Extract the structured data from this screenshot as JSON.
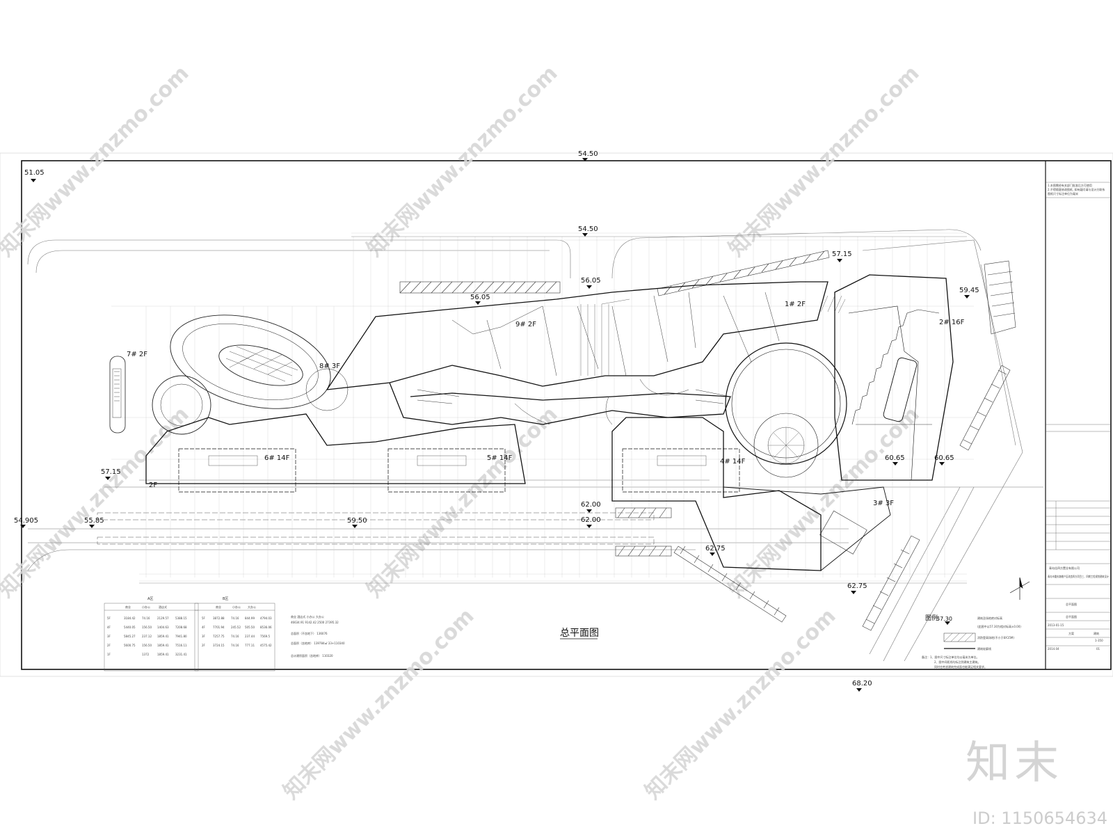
{
  "drawing": {
    "title": "总平面图",
    "elevations": [
      "54.50",
      "51.05",
      "54.50",
      "56.05",
      "56.05",
      "57.15",
      "59.45",
      "57.15",
      "60.65",
      "60.65",
      "54.905",
      "55.85",
      "59.50",
      "62.00",
      "62.00",
      "62.75",
      "62.75",
      "68.20"
    ],
    "buildings": [
      "7# 2F",
      "8# 3F",
      "9# 2F",
      "1# 2F",
      "2# 16F",
      "6# 14F",
      "5# 14F",
      "4# 14F",
      "3# 3F",
      "2F"
    ]
  },
  "tables": {
    "left": {
      "caption": "A区",
      "headers": [
        "",
        "商业",
        "小办公",
        "酒店式"
      ],
      "rows": [
        [
          "5F",
          "3184.42",
          "74.16",
          "2129.57",
          "5388.15"
        ],
        [
          "4F",
          "5440.05",
          "156.50",
          "1404.63",
          "7208.68"
        ],
        [
          "3F",
          "5845.27",
          "237.12",
          "1859.41",
          "7941.80"
        ],
        [
          "2F",
          "5600.75",
          "156.50",
          "1859.41",
          "7516.11"
        ],
        [
          "1F",
          "",
          "1372",
          "1859.41",
          "3231.41"
        ]
      ]
    },
    "right": {
      "caption": "B区",
      "headers": [
        "",
        "商业",
        "小办公",
        "大办公"
      ],
      "rows": [
        [
          "5F",
          "3872.88",
          "74.16",
          "844.99",
          "4794.03"
        ],
        [
          "4F",
          "7701.94",
          "245.52",
          "505.50",
          "8536.06"
        ],
        [
          "3F",
          "7257.75",
          "74.16",
          "237.44",
          "7569.5"
        ],
        [
          "2F",
          "3724.15",
          "74.16",
          "777.11",
          "4575.42"
        ]
      ]
    },
    "summary": [
      "商业      酒店式      小办公      大办公",
      "46634.91   9142.42    2500     27395.32",
      "总面积（不含地下）     136076",
      "总面积（含地库）       139784㎡ 33+110340",
      "总计建积面积（含地库）   110320"
    ]
  },
  "legend": {
    "heading": "图例:",
    "items": [
      {
        "symbol": "57.30",
        "text": "建筑及场地绝对标高"
      },
      {
        "symbol": "",
        "text": "(此图中以57.30为相对标高±0.00)"
      },
      {
        "symbol": "",
        "text": "消防登高场地(不小于8X15M)"
      },
      {
        "symbol": "",
        "text": "建筑轮廓线"
      }
    ],
    "notes": [
      "备注：1、图中尺寸标注单位均以毫米为单位。",
      "2、图中间距线均标注到建筑主建筑。",
      "同时也考虑建筑完成面也能满足相关要求。"
    ]
  },
  "titleblock": {
    "notes": [
      "1.本图需经有关部门批准后方可使用",
      "2.不得随意修改图纸, 如有疑问请与设计方联系",
      "图纸尺寸标注单位为毫米"
    ],
    "client": "青岛佳四方置业有限公司",
    "project": "青岛市重庆路棚户区改造四方项目三、四期工程规划建筑设计",
    "drawing_name": "总平面图",
    "drawing_name2": "总平面图",
    "date1": "2013-01-15",
    "stage": "方案",
    "discipline": "建筑",
    "number": "1-350",
    "date2": "2014.04",
    "sheet": "01"
  },
  "watermark": {
    "text": "知末网www.znzmo.com",
    "logo": "知末",
    "id": "ID: 1150654634"
  }
}
